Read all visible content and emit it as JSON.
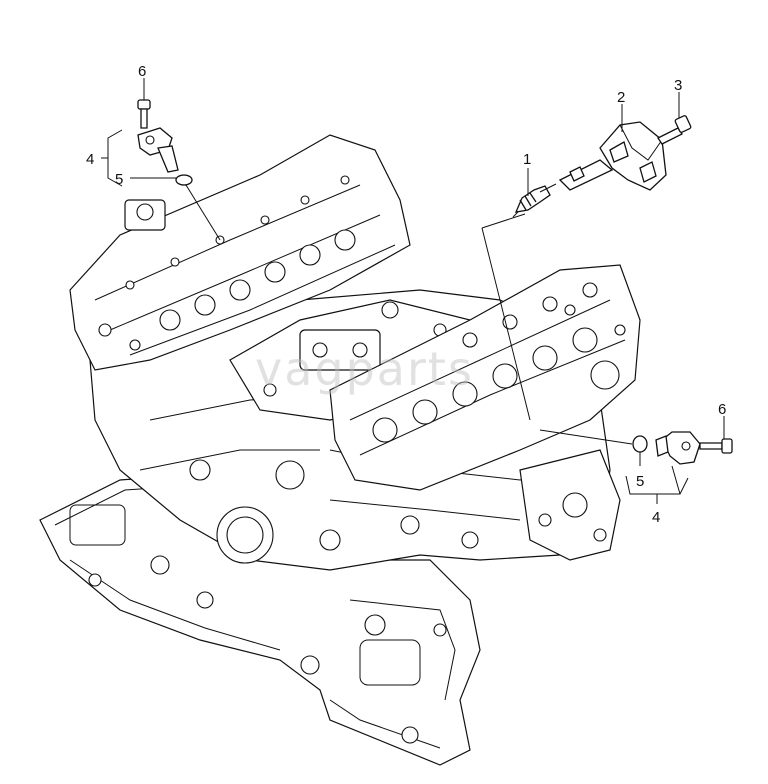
{
  "diagram": {
    "watermark": "vagparts",
    "callouts": [
      {
        "id": "c1",
        "label": "1"
      },
      {
        "id": "c2",
        "label": "2"
      },
      {
        "id": "c3",
        "label": "3"
      },
      {
        "id": "c4-left",
        "label": "4"
      },
      {
        "id": "c5-left",
        "label": "5"
      },
      {
        "id": "c6-left",
        "label": "6"
      },
      {
        "id": "c4-right",
        "label": "4"
      },
      {
        "id": "c5-right",
        "label": "5"
      },
      {
        "id": "c6-right",
        "label": "6"
      }
    ],
    "parts": [
      {
        "name": "spark-plug",
        "callout": "1"
      },
      {
        "name": "ignition-coil",
        "callout": "2"
      },
      {
        "name": "coil-bolt",
        "callout": "3"
      },
      {
        "name": "camshaft-sensor",
        "callout": "4"
      },
      {
        "name": "o-ring",
        "callout": "5"
      },
      {
        "name": "sensor-bolt",
        "callout": "6"
      }
    ]
  }
}
